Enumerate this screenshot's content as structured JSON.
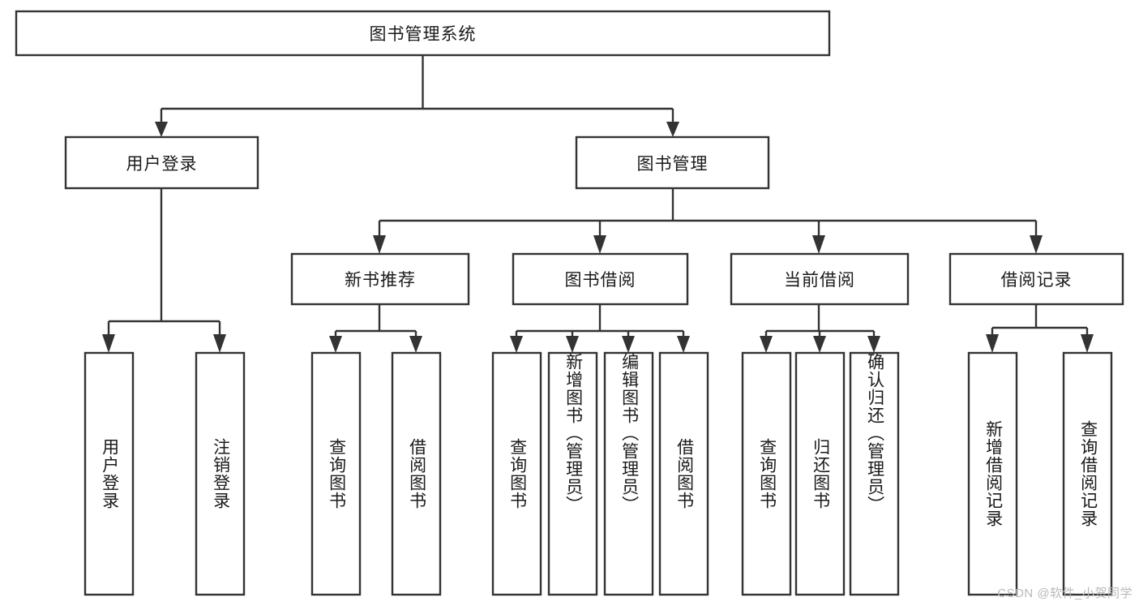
{
  "diagram": {
    "type": "tree-hierarchy-functional-decomposition",
    "title": "图书管理系统",
    "watermark": "CSDN @软件_小贺同学",
    "colors": {
      "stroke": "#333333",
      "fill": "#ffffff",
      "text": "#1a1a1a",
      "watermark": "#b9b9b9",
      "background": "#ffffff"
    },
    "levels": [
      {
        "level": 1,
        "nodes": [
          {
            "id": "root",
            "label": "图书管理系统",
            "orientation": "horizontal"
          }
        ]
      },
      {
        "level": 2,
        "nodes": [
          {
            "id": "login",
            "label": "用户登录",
            "orientation": "horizontal",
            "parent": "root"
          },
          {
            "id": "bookmgmt",
            "label": "图书管理",
            "orientation": "horizontal",
            "parent": "root"
          }
        ]
      },
      {
        "level": 3,
        "nodes": [
          {
            "id": "newbook",
            "label": "新书推荐",
            "orientation": "horizontal",
            "parent": "bookmgmt"
          },
          {
            "id": "borrow",
            "label": "图书借阅",
            "orientation": "horizontal",
            "parent": "bookmgmt"
          },
          {
            "id": "current",
            "label": "当前借阅",
            "orientation": "horizontal",
            "parent": "bookmgmt"
          },
          {
            "id": "records",
            "label": "借阅记录",
            "orientation": "horizontal",
            "parent": "bookmgmt"
          }
        ]
      },
      {
        "level": 4,
        "nodes": [
          {
            "id": "leaf-user-login",
            "label": "用户登录",
            "orientation": "vertical",
            "parent": "login"
          },
          {
            "id": "leaf-user-logout",
            "label": "注销登录",
            "orientation": "vertical",
            "parent": "login"
          },
          {
            "id": "leaf-newbook-query",
            "label": "查询图书",
            "orientation": "vertical",
            "parent": "newbook"
          },
          {
            "id": "leaf-newbook-borrow",
            "label": "借阅图书",
            "orientation": "vertical",
            "parent": "newbook"
          },
          {
            "id": "leaf-borrow-query",
            "label": "查询图书",
            "orientation": "vertical",
            "parent": "borrow"
          },
          {
            "id": "leaf-borrow-add",
            "label": "新增图书（管理员）",
            "orientation": "vertical",
            "parent": "borrow"
          },
          {
            "id": "leaf-borrow-edit",
            "label": "编辑图书（管理员）",
            "orientation": "vertical",
            "parent": "borrow"
          },
          {
            "id": "leaf-borrow-lend",
            "label": "借阅图书",
            "orientation": "vertical",
            "parent": "borrow"
          },
          {
            "id": "leaf-current-query",
            "label": "查询图书",
            "orientation": "vertical",
            "parent": "current"
          },
          {
            "id": "leaf-current-return",
            "label": "归还图书",
            "orientation": "vertical",
            "parent": "current"
          },
          {
            "id": "leaf-current-confirm",
            "label": "确认归还（管理员）",
            "orientation": "vertical",
            "parent": "current"
          },
          {
            "id": "leaf-records-add",
            "label": "新增借阅记录",
            "orientation": "vertical",
            "parent": "records"
          },
          {
            "id": "leaf-records-query",
            "label": "查询借阅记录",
            "orientation": "vertical",
            "parent": "records"
          }
        ]
      }
    ]
  }
}
